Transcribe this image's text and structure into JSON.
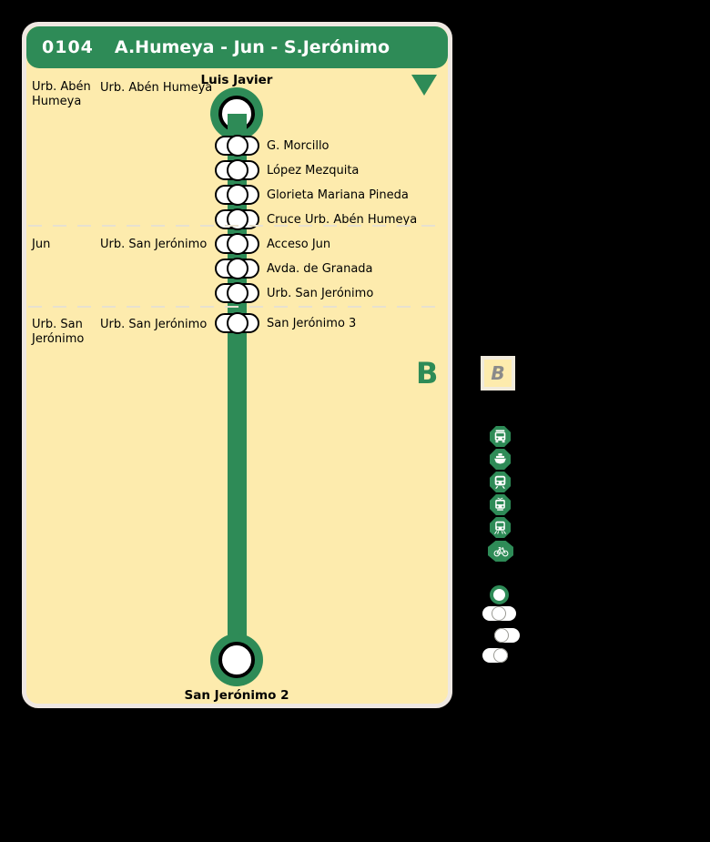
{
  "header": {
    "route_number": "0104",
    "route_name": "A.Humeya - Jun - S.Jerónimo"
  },
  "route": {
    "origin_terminal": "Luis Javier",
    "destination_terminal": "San Jerónimo 2",
    "zone_letter": "B",
    "sections": [
      {
        "zone": "Urb. Abén Humeya",
        "area": "Urb. Abén Humeya"
      },
      {
        "zone": "Jun",
        "area": "Urb. San Jerónimo"
      },
      {
        "zone": "Urb. San Jerónimo",
        "area": "Urb. San Jerónimo"
      }
    ],
    "stops": [
      "G. Morcillo",
      "López Mezquita",
      "Glorieta Mariana Pineda",
      "Cruce Urb. Abén Humeya",
      "Acceso Jun",
      "Avda. de Granada",
      "Urb. San Jerónimo",
      "San Jerónimo 3"
    ]
  },
  "sidebar": {
    "zone_badge": "B",
    "transport_modes": [
      "bus",
      "ferry",
      "train",
      "tram",
      "metro",
      "bicycle"
    ],
    "legend_markers": [
      "terminal",
      "stop-both-directions",
      "stop-one-direction-right",
      "stop-one-direction-left"
    ]
  },
  "colors": {
    "line_green": "#2E8B57",
    "panel_cream": "#FDEBAD",
    "panel_border": "#EFE8E2",
    "background_black": "#000000",
    "badge_letter_gray": "#8A8A8A"
  }
}
